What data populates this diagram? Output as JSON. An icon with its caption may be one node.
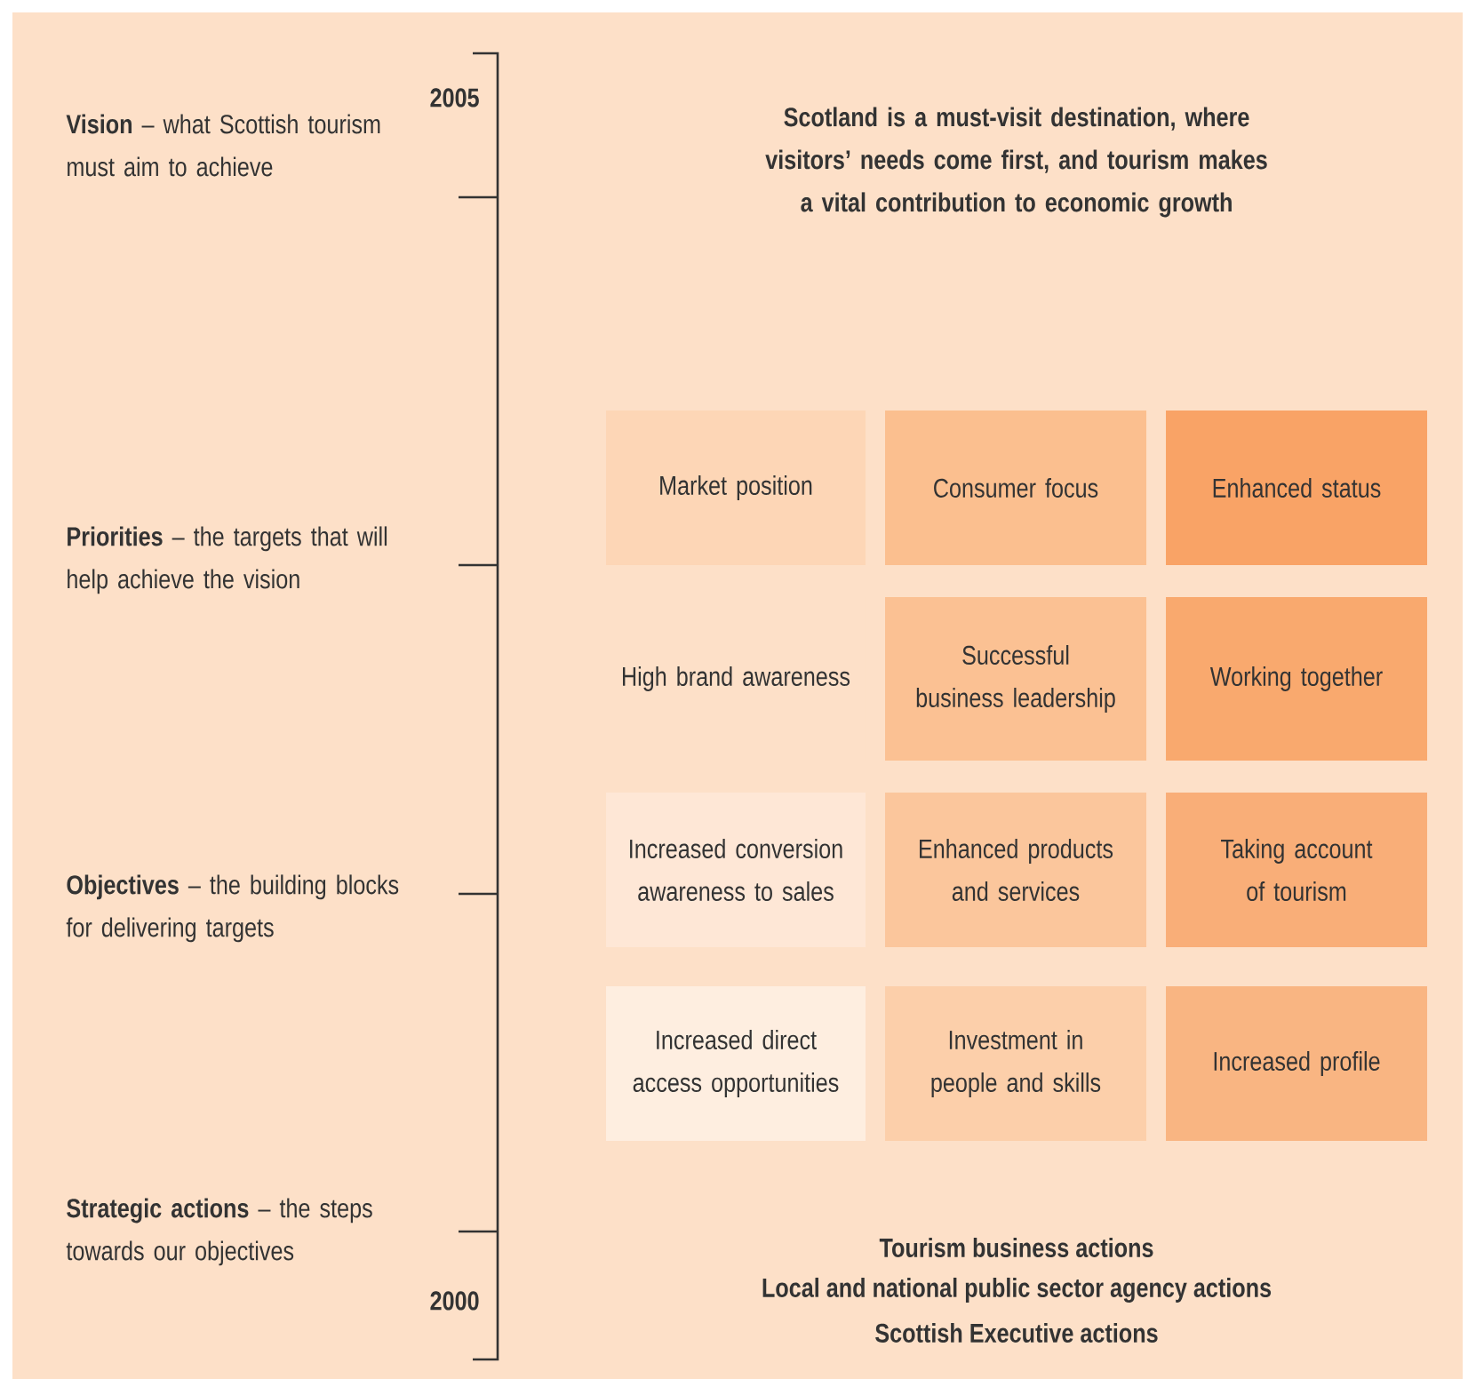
{
  "diagram": {
    "nodes": [
      {
        "text": [
          "Market position"
        ]
      },
      {
        "text": [
          "Consumer focus"
        ]
      },
      {
        "text": [
          "Enhanced status"
        ]
      },
      {
        "text": [
          "High brand awareness"
        ]
      },
      {
        "text": [
          "Successful business leadership"
        ]
      },
      {
        "text": [
          "Working together"
        ]
      },
      {
        "text": [
          "Increased conversion awareness to sales"
        ]
      },
      {
        "text": [
          "Enhanced products and services"
        ]
      },
      {
        "text": [
          "Taking account of tourism"
        ]
      },
      {
        "text": [
          "Increased direct access opportunities"
        ]
      },
      {
        "text": [
          "Investment in people and skills"
        ]
      },
      {
        "text": [
          "Increased profile"
        ]
      }
    ],
    "labels": [
      "2005",
      "**Vision** – what Scottish tourism must aim to achieve",
      "Scotland is a must-visit destination, where visitors’ needs come first, and tourism makes a vital contribution to economic growth",
      "**Priorities** – the targets that will help achieve the vision",
      "**Objectives** – the building blocks for delivering targets",
      "**Strategic actions** – the steps towards our objectives",
      "2000",
      "Tourism business actions",
      "Local and national public sector agency actions",
      "Scottish Executive actions"
    ]
  }
}
